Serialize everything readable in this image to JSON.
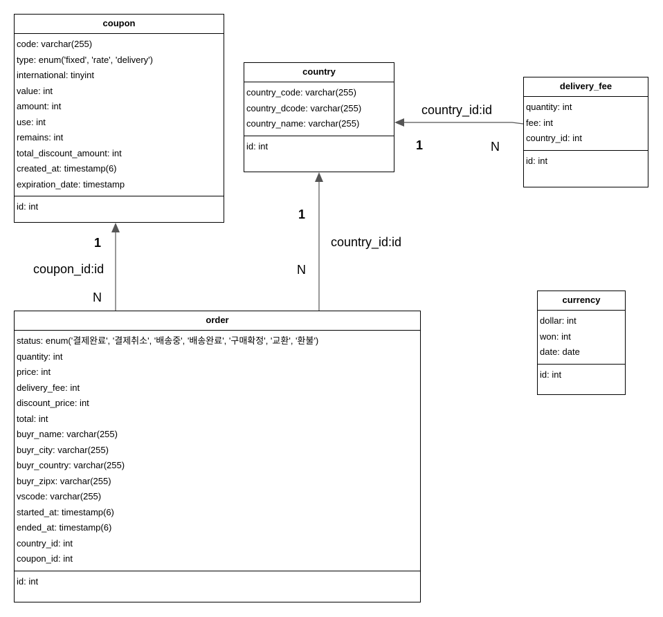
{
  "entities": {
    "coupon": {
      "title": "coupon",
      "attributes": [
        "code: varchar(255)",
        "type: enum('fixed', 'rate', 'delivery')",
        "international: tinyint",
        "value: int",
        "amount: int",
        "use: int",
        "remains: int",
        "total_discount_amount: int",
        "created_at: timestamp(6)",
        "expiration_date: timestamp"
      ],
      "keys": [
        "id: int"
      ]
    },
    "country": {
      "title": "country",
      "attributes": [
        "country_code: varchar(255)",
        "country_dcode: varchar(255)",
        "country_name: varchar(255)"
      ],
      "keys": [
        "id: int"
      ]
    },
    "delivery_fee": {
      "title": "delivery_fee",
      "attributes": [
        "quantity: int",
        "fee: int",
        "country_id: int"
      ],
      "keys": [
        "id: int"
      ]
    },
    "currency": {
      "title": "currency",
      "attributes": [
        "dollar: int",
        "won: int",
        "date: date"
      ],
      "keys": [
        "id: int"
      ]
    },
    "order": {
      "title": "order",
      "attributes": [
        "status: enum('결제완료', '결제취소', '배송중', '배송완료', '구매확정', '교환', '환불')",
        "quantity: int",
        "price: int",
        "delivery_fee: int",
        "discount_price: int",
        "total: int",
        "buyr_name: varchar(255)",
        "buyr_city: varchar(255)",
        "buyr_country: varchar(255)",
        "buyr_zipx: varchar(255)",
        "vscode: varchar(255)",
        "started_at: timestamp(6)",
        "ended_at: timestamp(6)",
        "country_id: int",
        "coupon_id: int"
      ],
      "keys": [
        "id: int"
      ]
    }
  },
  "relations": {
    "delivery_country": {
      "label": "country_id:id",
      "one": "1",
      "many": "N"
    },
    "order_country": {
      "label": "country_id:id",
      "one": "1",
      "many": "N"
    },
    "order_coupon": {
      "label": "coupon_id:id",
      "one": "1",
      "many": "N"
    }
  },
  "colors": {
    "line": "#555555",
    "border": "#000000"
  }
}
